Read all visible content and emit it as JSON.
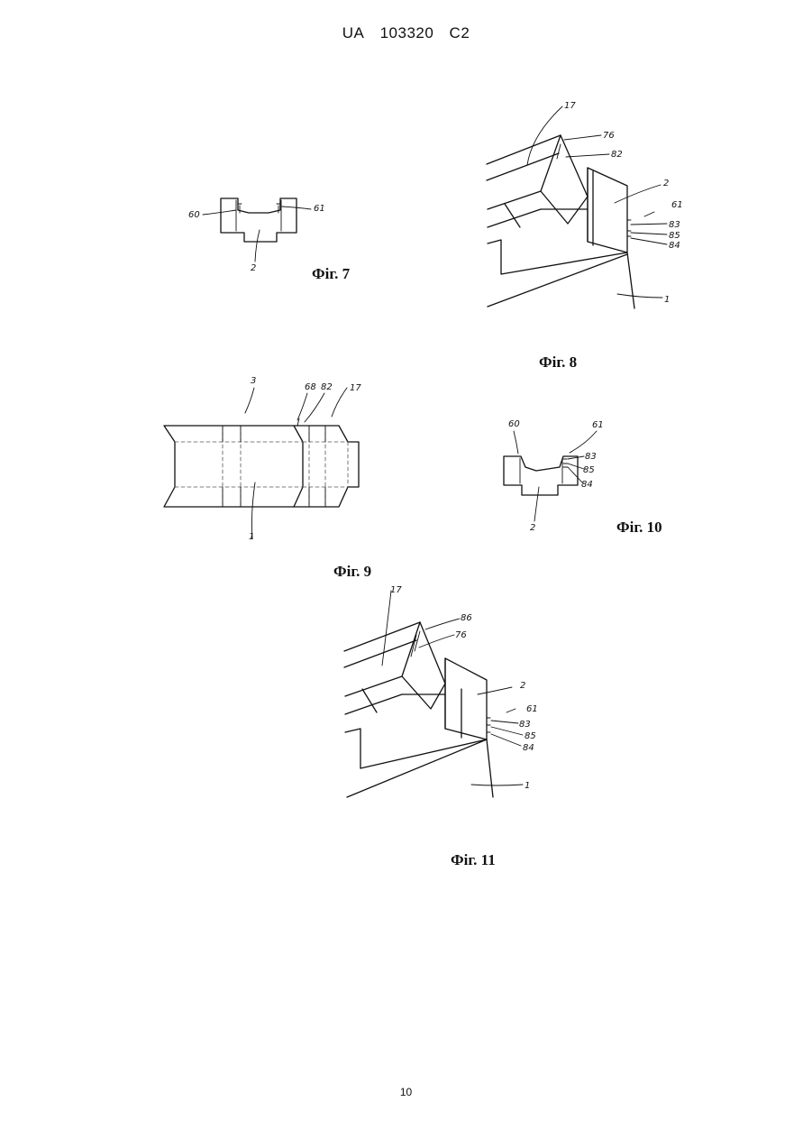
{
  "header": {
    "country": "UA",
    "number": "103320",
    "kind": "C2"
  },
  "captions": {
    "fig7": "Фіг. 7",
    "fig8": "Фіг. 8",
    "fig9": "Фіг. 9",
    "fig10": "Фіг. 10",
    "fig11": "Фіг. 11"
  },
  "labels": {
    "fig7": [
      "60",
      "61",
      "2"
    ],
    "fig8": [
      "17",
      "76",
      "82",
      "2",
      "61",
      "83",
      "85",
      "84",
      "1"
    ],
    "fig9": [
      "3",
      "68",
      "82",
      "17",
      "1"
    ],
    "fig10": [
      "60",
      "61",
      "83",
      "85",
      "84",
      "2"
    ],
    "fig11": [
      "17",
      "86",
      "76",
      "2",
      "61",
      "83",
      "85",
      "84",
      "1"
    ]
  },
  "page_number": "10"
}
